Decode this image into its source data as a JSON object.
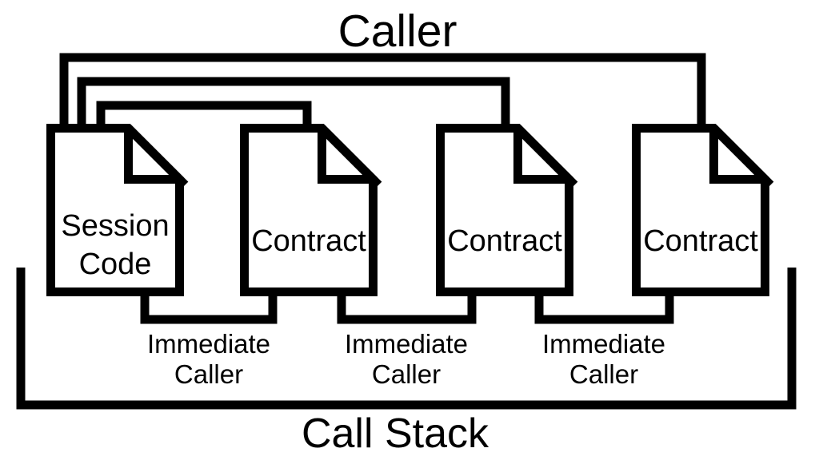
{
  "title": {
    "caller_label": "Caller",
    "call_stack_label": "Call Stack"
  },
  "colors": {
    "stroke": "#000000",
    "background": "#ffffff",
    "paper_fill": "#ffffff"
  },
  "documents": [
    {
      "type": "session-code",
      "lines": [
        "Session",
        "Code"
      ]
    },
    {
      "type": "contract",
      "lines": [
        "Contract"
      ]
    },
    {
      "type": "contract",
      "lines": [
        "Contract"
      ]
    },
    {
      "type": "contract",
      "lines": [
        "Contract"
      ]
    }
  ],
  "immediate_callers": [
    {
      "lines": [
        "Immediate",
        "Caller"
      ]
    },
    {
      "lines": [
        "Immediate",
        "Caller"
      ]
    },
    {
      "lines": [
        "Immediate",
        "Caller"
      ]
    }
  ]
}
